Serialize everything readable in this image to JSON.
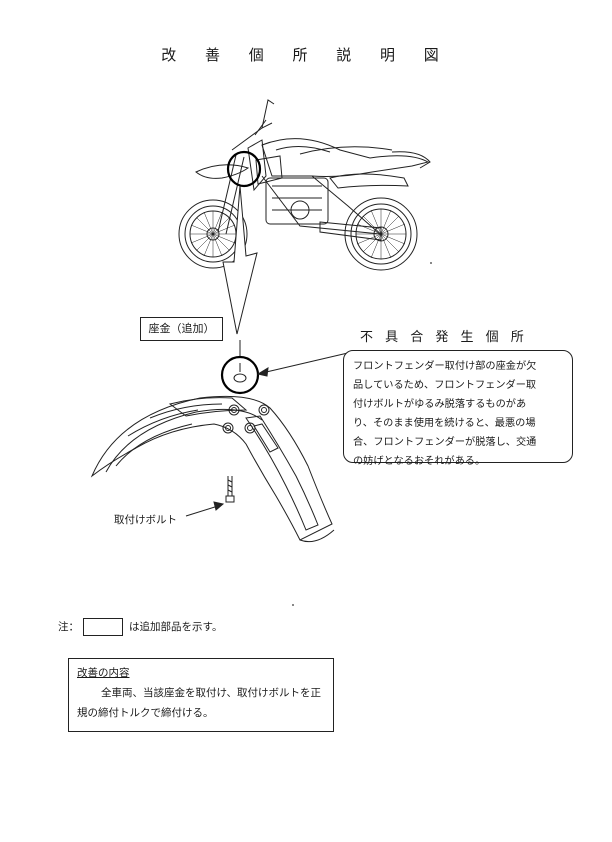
{
  "page": {
    "title": "改 善 個 所 説 明 図"
  },
  "callouts": {
    "washer_label": "座金（追加）",
    "bolt_label": "取付けボルト"
  },
  "defect": {
    "heading": "不 具 合 発 生 個 所",
    "lines": [
      "フロントフェンダー取付け部の座金が欠",
      "品しているため、フロントフェンダー取",
      "付けボルトがゆるみ脱落するものがあ",
      "り、そのまま使用を続けると、最悪の場",
      "合、フロントフェンダーが脱落し、交通",
      "の妨げとなるおそれがある。"
    ]
  },
  "note": {
    "prefix": "注：",
    "suffix": "は追加部品を示す。"
  },
  "improvement": {
    "heading": "改善の内容",
    "lines": [
      "全車両、当該座金を取付け、取付けボルトを正",
      "規の締付トルクで締付ける。"
    ]
  }
}
